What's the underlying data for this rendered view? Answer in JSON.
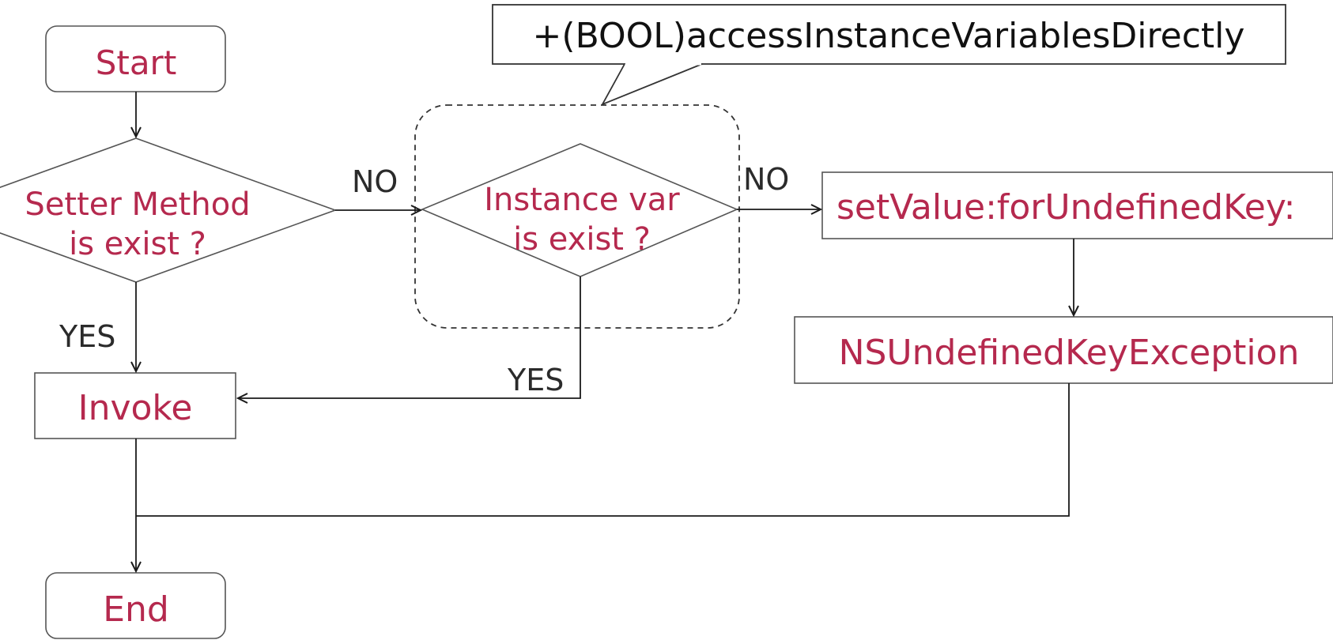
{
  "nodes": {
    "start": "Start",
    "setter_line1": "Setter Method",
    "setter_line2": "is exist ?",
    "ivar_line1": "Instance var",
    "ivar_line2": "is exist ?",
    "invoke": "Invoke",
    "undefined_key": "setValue:forUndefinedKey:",
    "exception": "NSUndefinedKeyException",
    "end": "End"
  },
  "edge_labels": {
    "setter_no": "NO",
    "setter_yes": "YES",
    "ivar_no": "NO",
    "ivar_yes": "YES"
  },
  "callout": {
    "text": "+(BOOL)accessInstanceVariablesDirectly"
  },
  "colors": {
    "node_text": "#b5294e",
    "edge_label_text": "#2b2b2b",
    "shape_stroke": "#555555",
    "connector": "#1a1a1a"
  }
}
